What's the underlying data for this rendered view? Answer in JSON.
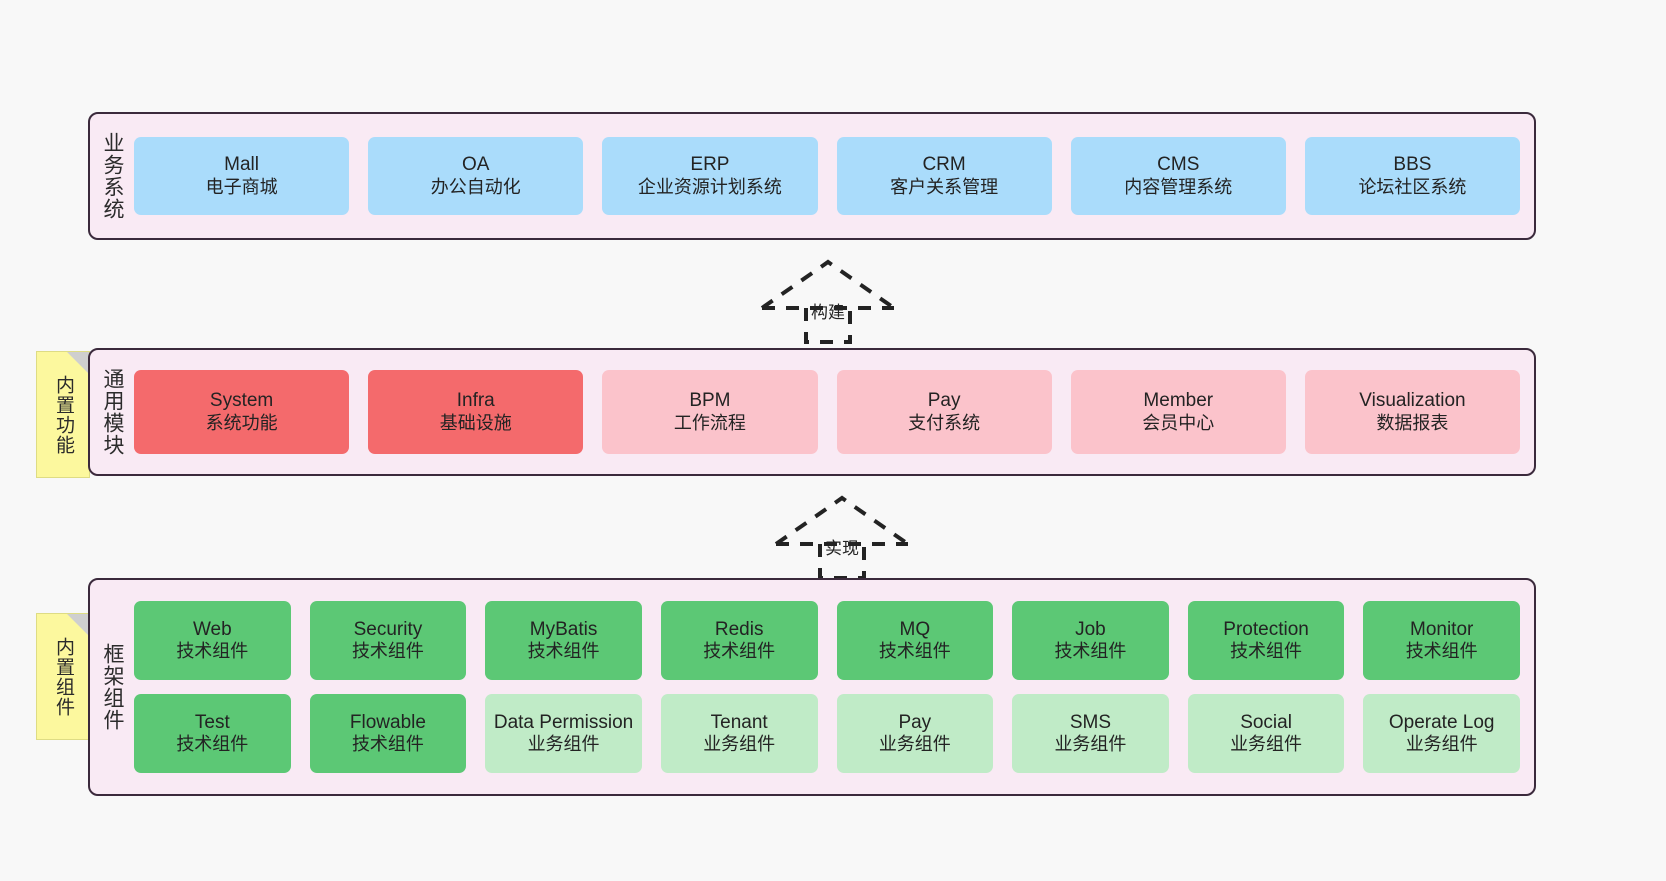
{
  "diagram": {
    "background": "#f8f8f8",
    "container_bg": "#f9eaf4",
    "container_border": "#3b2a3c"
  },
  "layers": [
    {
      "key": "business",
      "title": "业务系统",
      "note": null,
      "rows": [
        {
          "color": "#aadcfb",
          "items": [
            {
              "en": "Mall",
              "cn": "电子商城"
            },
            {
              "en": "OA",
              "cn": "办公自动化"
            },
            {
              "en": "ERP",
              "cn": "企业资源计划系统"
            },
            {
              "en": "CRM",
              "cn": "客户关系管理"
            },
            {
              "en": "CMS",
              "cn": "内容管理系统"
            },
            {
              "en": "BBS",
              "cn": "论坛社区系统"
            }
          ]
        }
      ]
    },
    {
      "key": "module",
      "title": "通用模块",
      "note": "内置功能",
      "rows": [
        {
          "items": [
            {
              "en": "System",
              "cn": "系统功能",
              "color": "#f46a6c"
            },
            {
              "en": "Infra",
              "cn": "基础设施",
              "color": "#f46a6c"
            },
            {
              "en": "BPM",
              "cn": "工作流程",
              "color": "#fbc3cb"
            },
            {
              "en": "Pay",
              "cn": "支付系统",
              "color": "#fbc3cb"
            },
            {
              "en": "Member",
              "cn": "会员中心",
              "color": "#fbc3cb"
            },
            {
              "en": "Visualization",
              "cn": "数据报表",
              "color": "#fbc3cb"
            }
          ]
        }
      ]
    },
    {
      "key": "framework",
      "title": "框架组件",
      "note": "内置组件",
      "rows": [
        {
          "color": "#5cc875",
          "items": [
            {
              "en": "Web",
              "cn": "技术组件"
            },
            {
              "en": "Security",
              "cn": "技术组件"
            },
            {
              "en": "MyBatis",
              "cn": "技术组件"
            },
            {
              "en": "Redis",
              "cn": "技术组件"
            },
            {
              "en": "MQ",
              "cn": "技术组件"
            },
            {
              "en": "Job",
              "cn": "技术组件"
            },
            {
              "en": "Protection",
              "cn": "技术组件"
            },
            {
              "en": "Monitor",
              "cn": "技术组件"
            }
          ]
        },
        {
          "items": [
            {
              "en": "Test",
              "cn": "技术组件",
              "color": "#5cc875"
            },
            {
              "en": "Flowable",
              "cn": "技术组件",
              "color": "#5cc875"
            },
            {
              "en": "Data Permission",
              "cn": "业务组件",
              "color": "#c0ebc7"
            },
            {
              "en": "Tenant",
              "cn": "业务组件",
              "color": "#c0ebc7"
            },
            {
              "en": "Pay",
              "cn": "业务组件",
              "color": "#c0ebc7"
            },
            {
              "en": "SMS",
              "cn": "业务组件",
              "color": "#c0ebc7"
            },
            {
              "en": "Social",
              "cn": "业务组件",
              "color": "#c0ebc7"
            },
            {
              "en": "Operate Log",
              "cn": "业务组件",
              "color": "#c0ebc7"
            }
          ]
        }
      ]
    }
  ],
  "connectors": [
    {
      "key": "build",
      "label": "构建"
    },
    {
      "key": "implement",
      "label": "实现"
    }
  ]
}
